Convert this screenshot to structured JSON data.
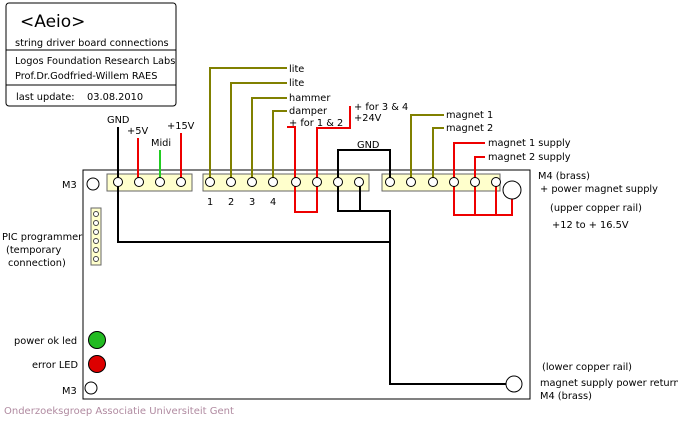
{
  "title_box": {
    "title": "<Aeio>",
    "subtitle": "string driver board connections",
    "org": "Logos Foundation Research Labs",
    "author": "Prof.Dr.Godfried-Willem RAES",
    "update_label": "last update:",
    "update_date": "03.08.2010"
  },
  "labels": {
    "m3_top": "M3",
    "m3_bottom": "M3",
    "gnd_left": "GND",
    "plus5v": "+5V",
    "midi": "Midi",
    "plus15v": "+15V",
    "lite1": "lite",
    "lite2": "lite",
    "hammer": "hammer",
    "damper": "damper",
    "for12": "+ for 1 & 2",
    "for34": "+ for 3 & 4",
    "plus24v": "+24V",
    "gnd_mid": "GND",
    "magnet1": "magnet 1",
    "magnet2": "magnet 2",
    "magnet1_supply": "magnet 1 supply",
    "magnet2_supply": "magnet 2 supply",
    "m4_brass_top": "M4 (brass)",
    "power_magnet_supply": "+ power magnet supply",
    "upper_rail": "(upper copper rail)",
    "voltage_range": "+12 to + 16.5V",
    "pic_programmer": "PIC programmer",
    "pic_temporary": "(temporary",
    "pic_connection": "connection)",
    "power_ok": "power ok led",
    "error_led": "error LED",
    "lower_rail": "(lower copper rail)",
    "supply_return": "magnet supply power return",
    "m4_brass_bottom": "M4 (brass)",
    "ch1": "1",
    "ch2": "2",
    "ch3": "3",
    "ch4": "4"
  },
  "footer": "Onderzoeksgroep Associatie Universiteit Gent",
  "colors": {
    "olive_wire": "#808000",
    "red_wire": "#ee0000",
    "green_wire": "#22cc22",
    "black_wire": "#000000",
    "connector_fill": "#ffffcc",
    "led_green": "#22bb22",
    "led_red": "#dd0000"
  }
}
